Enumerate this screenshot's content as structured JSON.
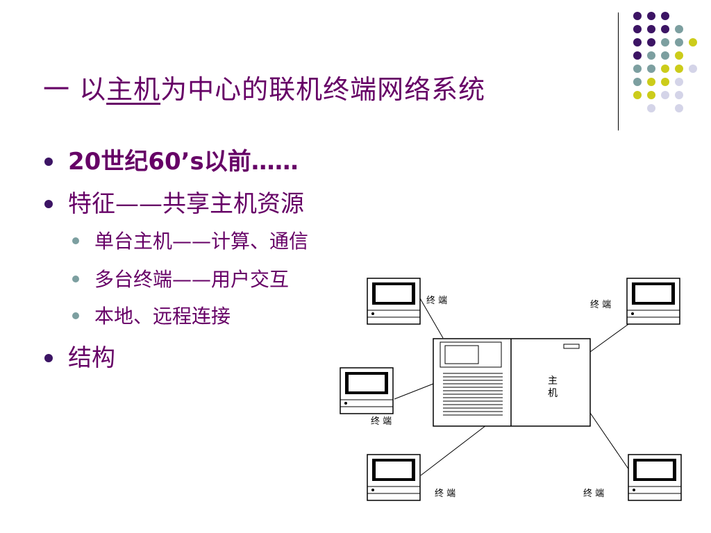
{
  "slide": {
    "title_prefix": "一  以",
    "title_underlined": "主机",
    "title_suffix": "为中心的联机终端网络系统",
    "bullets": [
      {
        "text": "20世纪60’s以前……",
        "bold": true
      },
      {
        "text": "特征——共享主机资源",
        "bold": false
      },
      {
        "text": "结构",
        "bold": false
      }
    ],
    "sub_bullets": [
      "单台主机——计算、通信",
      "多台终端——用户交互",
      "本地、远程连接"
    ]
  },
  "diagram": {
    "host_label_line1": "主",
    "host_label_line2": "机",
    "terminal_label": "终 端"
  },
  "colors": {
    "title": "#660066",
    "dot_purple": "#3c1464",
    "dot_teal": "#7c9fa0",
    "dot_yellow": "#cccc1a",
    "dot_lavender": "#d4d4e8"
  }
}
